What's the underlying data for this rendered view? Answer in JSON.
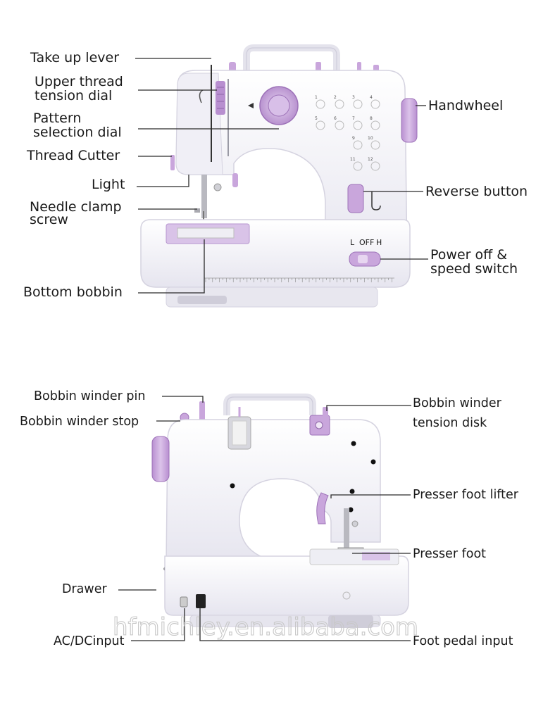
{
  "front_view": {
    "labels": {
      "take_up_lever": "Take up lever",
      "upper_thread_tension_dial_1": "Upper thread",
      "upper_thread_tension_dial_2": "tension dial",
      "pattern_selection_dial_1": "Pattern",
      "pattern_selection_dial_2": "selection dial",
      "thread_cutter": "Thread Cutter",
      "light": "Light",
      "needle_clamp_screw_1": "Needle clamp",
      "needle_clamp_screw_2": "screw",
      "bottom_bobbin": "Bottom bobbin",
      "handwheel": "Handwheel",
      "reverse_button": "Reverse button",
      "power_speed_switch_1": "Power off &",
      "power_speed_switch_2": "speed switch"
    },
    "switch_positions": [
      "L",
      "OFF",
      "H"
    ],
    "stitch_numbers": [
      "1",
      "2",
      "3",
      "4",
      "5",
      "6",
      "7",
      "8",
      "9",
      "10",
      "11",
      "12"
    ]
  },
  "back_view": {
    "labels": {
      "bobbin_winder_pin": "Bobbin winder pin",
      "bobbin_winder_stop": "Bobbin winder stop",
      "bobbin_winder_tension_disk_1": "Bobbin winder",
      "bobbin_winder_tension_disk_2": "tension disk",
      "presser_foot_lifter": "Presser foot lifter",
      "presser_foot": "Presser foot",
      "drawer": "Drawer",
      "ac_dc_input": "AC/DCinput",
      "foot_pedal_input": "Foot pedal input"
    }
  },
  "watermark": "hfmichley.en.alibaba.com",
  "colors": {
    "accent_lilac": "#c9a6dc",
    "accent_lilac_dark": "#9d72b8",
    "body_white": "#f4f3f8",
    "body_shadow": "#dcdbe6",
    "text": "#1a1a1a"
  }
}
